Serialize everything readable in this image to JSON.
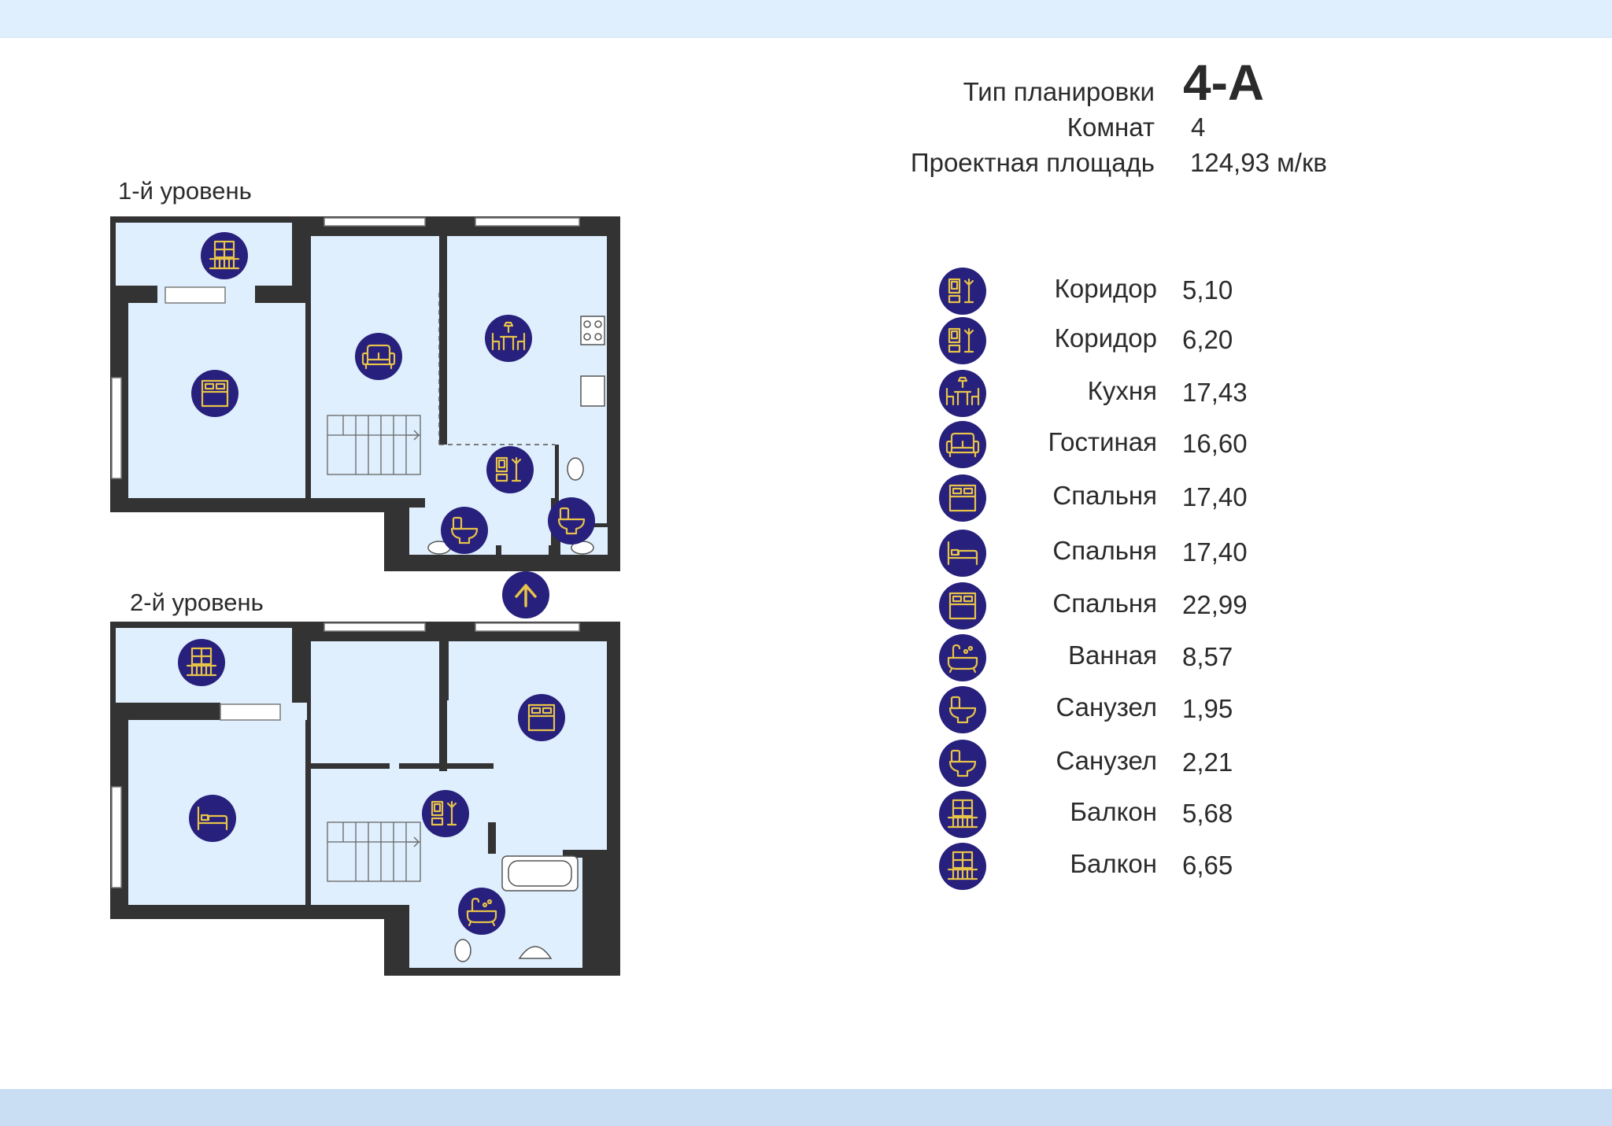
{
  "header": {
    "type_label": "Тип планировки",
    "type_value": "4-А",
    "rooms_label": "Комнат",
    "rooms_value": "4",
    "area_label": "Проектная площадь",
    "area_value": "124,93 м/кв"
  },
  "levels": {
    "level1_label": "1-й уровень",
    "level2_label": "2-й уровень"
  },
  "legend": [
    {
      "name": "Коридор",
      "area": "5,10",
      "icon": "hallway-icon"
    },
    {
      "name": "Коридор",
      "area": "6,20",
      "icon": "hallway-icon"
    },
    {
      "name": "Кухня",
      "area": "17,43",
      "icon": "dining-table-icon"
    },
    {
      "name": "Гостиная",
      "area": "16,60",
      "icon": "sofa-icon"
    },
    {
      "name": "Спальня",
      "area": "17,40",
      "icon": "bed-icon"
    },
    {
      "name": "Спальня",
      "area": "17,40",
      "icon": "single-bed-icon"
    },
    {
      "name": "Спальня",
      "area": "22,99",
      "icon": "bed-icon"
    },
    {
      "name": "Ванная",
      "area": "8,57",
      "icon": "bathtub-icon"
    },
    {
      "name": "Санузел",
      "area": "1,95",
      "icon": "toilet-icon"
    },
    {
      "name": "Санузел",
      "area": "2,21",
      "icon": "toilet-icon"
    },
    {
      "name": "Балкон",
      "area": "5,68",
      "icon": "balcony-icon"
    },
    {
      "name": "Балкон",
      "area": "6,65",
      "icon": "balcony-icon"
    }
  ],
  "colors": {
    "room_fill": "#dfeffd",
    "wall": "#333333",
    "badge": "#27207c",
    "icon_stroke": "#e7c349",
    "top_band": "#dfeffd",
    "bottom_band": "#c9ddf3"
  },
  "entrance_icon": "arrow-up-icon"
}
